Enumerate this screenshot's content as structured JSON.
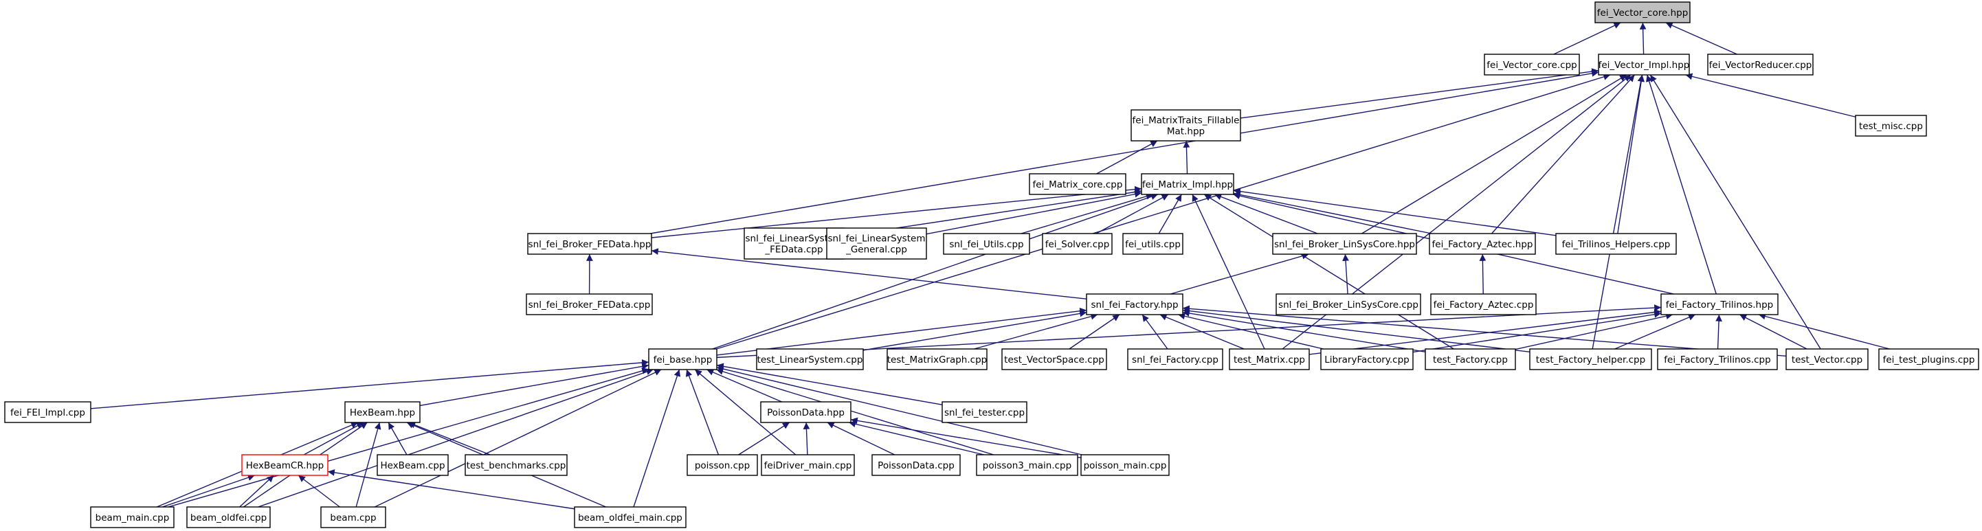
{
  "graph": {
    "edge_color": "#191970",
    "root_fill": "#bfbfbf",
    "nodes": [
      {
        "id": "vector_core_hpp",
        "label": [
          "fei_Vector_core.hpp"
        ],
        "style": "root"
      },
      {
        "id": "vector_core_cpp",
        "label": [
          "fei_Vector_core.cpp"
        ]
      },
      {
        "id": "vector_impl",
        "label": [
          "fei_Vector_Impl.hpp"
        ]
      },
      {
        "id": "vector_reducer",
        "label": [
          "fei_VectorReducer.cpp"
        ]
      },
      {
        "id": "matrix_traits",
        "label": [
          "fei_MatrixTraits_Fillable",
          "Mat.hpp"
        ]
      },
      {
        "id": "test_misc",
        "label": [
          "test_misc.cpp"
        ]
      },
      {
        "id": "matrix_core",
        "label": [
          "fei_Matrix_core.cpp"
        ]
      },
      {
        "id": "matrix_impl",
        "label": [
          "fei_Matrix_Impl.hpp"
        ]
      },
      {
        "id": "broker_fedata_hpp",
        "label": [
          "snl_fei_Broker_FEData.hpp"
        ]
      },
      {
        "id": "ls_fedata",
        "label": [
          "snl_fei_LinearSystem",
          "_FEData.cpp"
        ]
      },
      {
        "id": "ls_general",
        "label": [
          "snl_fei_LinearSystem",
          "_General.cpp"
        ]
      },
      {
        "id": "snl_utils",
        "label": [
          "snl_fei_Utils.cpp"
        ]
      },
      {
        "id": "fei_solver",
        "label": [
          "fei_Solver.cpp"
        ]
      },
      {
        "id": "fei_utils",
        "label": [
          "fei_utils.cpp"
        ]
      },
      {
        "id": "broker_linsys_hpp",
        "label": [
          "snl_fei_Broker_LinSysCore.hpp"
        ]
      },
      {
        "id": "factory_aztec_hpp",
        "label": [
          "fei_Factory_Aztec.hpp"
        ]
      },
      {
        "id": "trilinos_helpers",
        "label": [
          "fei_Trilinos_Helpers.cpp"
        ]
      },
      {
        "id": "broker_fedata_cpp",
        "label": [
          "snl_fei_Broker_FEData.cpp"
        ]
      },
      {
        "id": "snl_factory_hpp",
        "label": [
          "snl_fei_Factory.hpp"
        ]
      },
      {
        "id": "broker_linsys_cpp",
        "label": [
          "snl_fei_Broker_LinSysCore.cpp"
        ]
      },
      {
        "id": "factory_aztec_cpp",
        "label": [
          "fei_Factory_Aztec.cpp"
        ]
      },
      {
        "id": "factory_trilinos_hpp",
        "label": [
          "fei_Factory_Trilinos.hpp"
        ]
      },
      {
        "id": "fei_base",
        "label": [
          "fei_base.hpp"
        ]
      },
      {
        "id": "test_linsys",
        "label": [
          "test_LinearSystem.cpp"
        ]
      },
      {
        "id": "test_matrixgraph",
        "label": [
          "test_MatrixGraph.cpp"
        ]
      },
      {
        "id": "test_vectorspace",
        "label": [
          "test_VectorSpace.cpp"
        ]
      },
      {
        "id": "snl_factory_cpp",
        "label": [
          "snl_fei_Factory.cpp"
        ]
      },
      {
        "id": "test_matrix",
        "label": [
          "test_Matrix.cpp"
        ]
      },
      {
        "id": "library_factory",
        "label": [
          "LibraryFactory.cpp"
        ]
      },
      {
        "id": "test_factory",
        "label": [
          "test_Factory.cpp"
        ]
      },
      {
        "id": "test_factory_helper",
        "label": [
          "test_Factory_helper.cpp"
        ]
      },
      {
        "id": "factory_trilinos_cpp",
        "label": [
          "fei_Factory_Trilinos.cpp"
        ]
      },
      {
        "id": "test_vector",
        "label": [
          "test_Vector.cpp"
        ]
      },
      {
        "id": "fei_test_plugins",
        "label": [
          "fei_test_plugins.cpp"
        ]
      },
      {
        "id": "fei_impl",
        "label": [
          "fei_FEI_Impl.cpp"
        ]
      },
      {
        "id": "hexbeam_hpp",
        "label": [
          "HexBeam.hpp"
        ]
      },
      {
        "id": "poissondata_hpp",
        "label": [
          "PoissonData.hpp"
        ]
      },
      {
        "id": "snl_tester",
        "label": [
          "snl_fei_tester.cpp"
        ]
      },
      {
        "id": "hexbeamcr_hpp",
        "label": [
          "HexBeamCR.hpp"
        ],
        "style": "red"
      },
      {
        "id": "hexbeam_cpp",
        "label": [
          "HexBeam.cpp"
        ]
      },
      {
        "id": "test_benchmarks",
        "label": [
          "test_benchmarks.cpp"
        ]
      },
      {
        "id": "poisson_cpp",
        "label": [
          "poisson.cpp"
        ]
      },
      {
        "id": "feidriver_main",
        "label": [
          "feiDriver_main.cpp"
        ]
      },
      {
        "id": "poissondata_cpp",
        "label": [
          "PoissonData.cpp"
        ]
      },
      {
        "id": "poisson3_main",
        "label": [
          "poisson3_main.cpp"
        ]
      },
      {
        "id": "poisson_main",
        "label": [
          "poisson_main.cpp"
        ]
      },
      {
        "id": "beam_main",
        "label": [
          "beam_main.cpp"
        ]
      },
      {
        "id": "beam_oldfei",
        "label": [
          "beam_oldfei.cpp"
        ]
      },
      {
        "id": "beam_cpp",
        "label": [
          "beam.cpp"
        ]
      },
      {
        "id": "beam_oldfei_main",
        "label": [
          "beam_oldfei_main.cpp"
        ]
      }
    ],
    "edges": [
      [
        "vector_core_hpp",
        "vector_core_cpp"
      ],
      [
        "vector_core_hpp",
        "vector_impl"
      ],
      [
        "vector_core_hpp",
        "vector_reducer"
      ],
      [
        "vector_impl",
        "matrix_traits"
      ],
      [
        "vector_impl",
        "test_misc"
      ],
      [
        "vector_impl",
        "broker_fedata_hpp"
      ],
      [
        "vector_impl",
        "broker_linsys_hpp"
      ],
      [
        "vector_impl",
        "factory_aztec_hpp"
      ],
      [
        "vector_impl",
        "trilinos_helpers"
      ],
      [
        "vector_impl",
        "factory_trilinos_hpp"
      ],
      [
        "vector_impl",
        "fei_base"
      ],
      [
        "vector_impl",
        "test_matrix"
      ],
      [
        "vector_impl",
        "test_factory_helper"
      ],
      [
        "vector_impl",
        "test_vector"
      ],
      [
        "matrix_traits",
        "matrix_core"
      ],
      [
        "matrix_traits",
        "matrix_impl"
      ],
      [
        "matrix_impl",
        "broker_fedata_hpp"
      ],
      [
        "matrix_impl",
        "ls_fedata"
      ],
      [
        "matrix_impl",
        "ls_general"
      ],
      [
        "matrix_impl",
        "snl_utils"
      ],
      [
        "matrix_impl",
        "fei_solver"
      ],
      [
        "matrix_impl",
        "fei_utils"
      ],
      [
        "matrix_impl",
        "broker_linsys_hpp"
      ],
      [
        "matrix_impl",
        "factory_aztec_hpp"
      ],
      [
        "matrix_impl",
        "trilinos_helpers"
      ],
      [
        "matrix_impl",
        "factory_trilinos_hpp"
      ],
      [
        "matrix_impl",
        "fei_base"
      ],
      [
        "matrix_impl",
        "test_matrix"
      ],
      [
        "matrix_impl",
        "test_factory"
      ],
      [
        "broker_fedata_hpp",
        "broker_fedata_cpp"
      ],
      [
        "broker_fedata_hpp",
        "snl_factory_hpp"
      ],
      [
        "broker_linsys_hpp",
        "broker_linsys_cpp"
      ],
      [
        "broker_linsys_hpp",
        "snl_factory_hpp"
      ],
      [
        "factory_aztec_hpp",
        "factory_aztec_cpp"
      ],
      [
        "snl_factory_hpp",
        "fei_base"
      ],
      [
        "snl_factory_hpp",
        "test_linsys"
      ],
      [
        "snl_factory_hpp",
        "test_matrixgraph"
      ],
      [
        "snl_factory_hpp",
        "test_vectorspace"
      ],
      [
        "snl_factory_hpp",
        "snl_factory_cpp"
      ],
      [
        "snl_factory_hpp",
        "test_matrix"
      ],
      [
        "snl_factory_hpp",
        "library_factory"
      ],
      [
        "snl_factory_hpp",
        "test_factory"
      ],
      [
        "snl_factory_hpp",
        "test_factory_helper"
      ],
      [
        "snl_factory_hpp",
        "test_vector"
      ],
      [
        "factory_trilinos_hpp",
        "fei_base"
      ],
      [
        "factory_trilinos_hpp",
        "test_matrix"
      ],
      [
        "factory_trilinos_hpp",
        "library_factory"
      ],
      [
        "factory_trilinos_hpp",
        "test_factory"
      ],
      [
        "factory_trilinos_hpp",
        "test_factory_helper"
      ],
      [
        "factory_trilinos_hpp",
        "factory_trilinos_cpp"
      ],
      [
        "factory_trilinos_hpp",
        "test_vector"
      ],
      [
        "factory_trilinos_hpp",
        "fei_test_plugins"
      ],
      [
        "fei_base",
        "fei_impl"
      ],
      [
        "fei_base",
        "hexbeam_hpp"
      ],
      [
        "fei_base",
        "poissondata_hpp"
      ],
      [
        "fei_base",
        "snl_tester"
      ],
      [
        "fei_base",
        "poisson_cpp"
      ],
      [
        "fei_base",
        "feidriver_main"
      ],
      [
        "fei_base",
        "poisson3_main"
      ],
      [
        "fei_base",
        "poisson_main"
      ],
      [
        "fei_base",
        "beam_main"
      ],
      [
        "fei_base",
        "beam_oldfei"
      ],
      [
        "fei_base",
        "beam_cpp"
      ],
      [
        "fei_base",
        "beam_oldfei_main"
      ],
      [
        "hexbeam_hpp",
        "hexbeamcr_hpp"
      ],
      [
        "hexbeam_hpp",
        "hexbeam_cpp"
      ],
      [
        "hexbeam_hpp",
        "test_benchmarks"
      ],
      [
        "hexbeam_hpp",
        "beam_main"
      ],
      [
        "hexbeam_hpp",
        "beam_oldfei"
      ],
      [
        "hexbeam_hpp",
        "beam_cpp"
      ],
      [
        "hexbeam_hpp",
        "beam_oldfei_main"
      ],
      [
        "hexbeamcr_hpp",
        "beam_main"
      ],
      [
        "hexbeamcr_hpp",
        "beam_oldfei"
      ],
      [
        "hexbeamcr_hpp",
        "beam_cpp"
      ],
      [
        "hexbeamcr_hpp",
        "beam_oldfei_main"
      ],
      [
        "poissondata_hpp",
        "poisson_cpp"
      ],
      [
        "poissondata_hpp",
        "feidriver_main"
      ],
      [
        "poissondata_hpp",
        "poissondata_cpp"
      ],
      [
        "poissondata_hpp",
        "poisson3_main"
      ],
      [
        "poissondata_hpp",
        "poisson_main"
      ]
    ]
  }
}
